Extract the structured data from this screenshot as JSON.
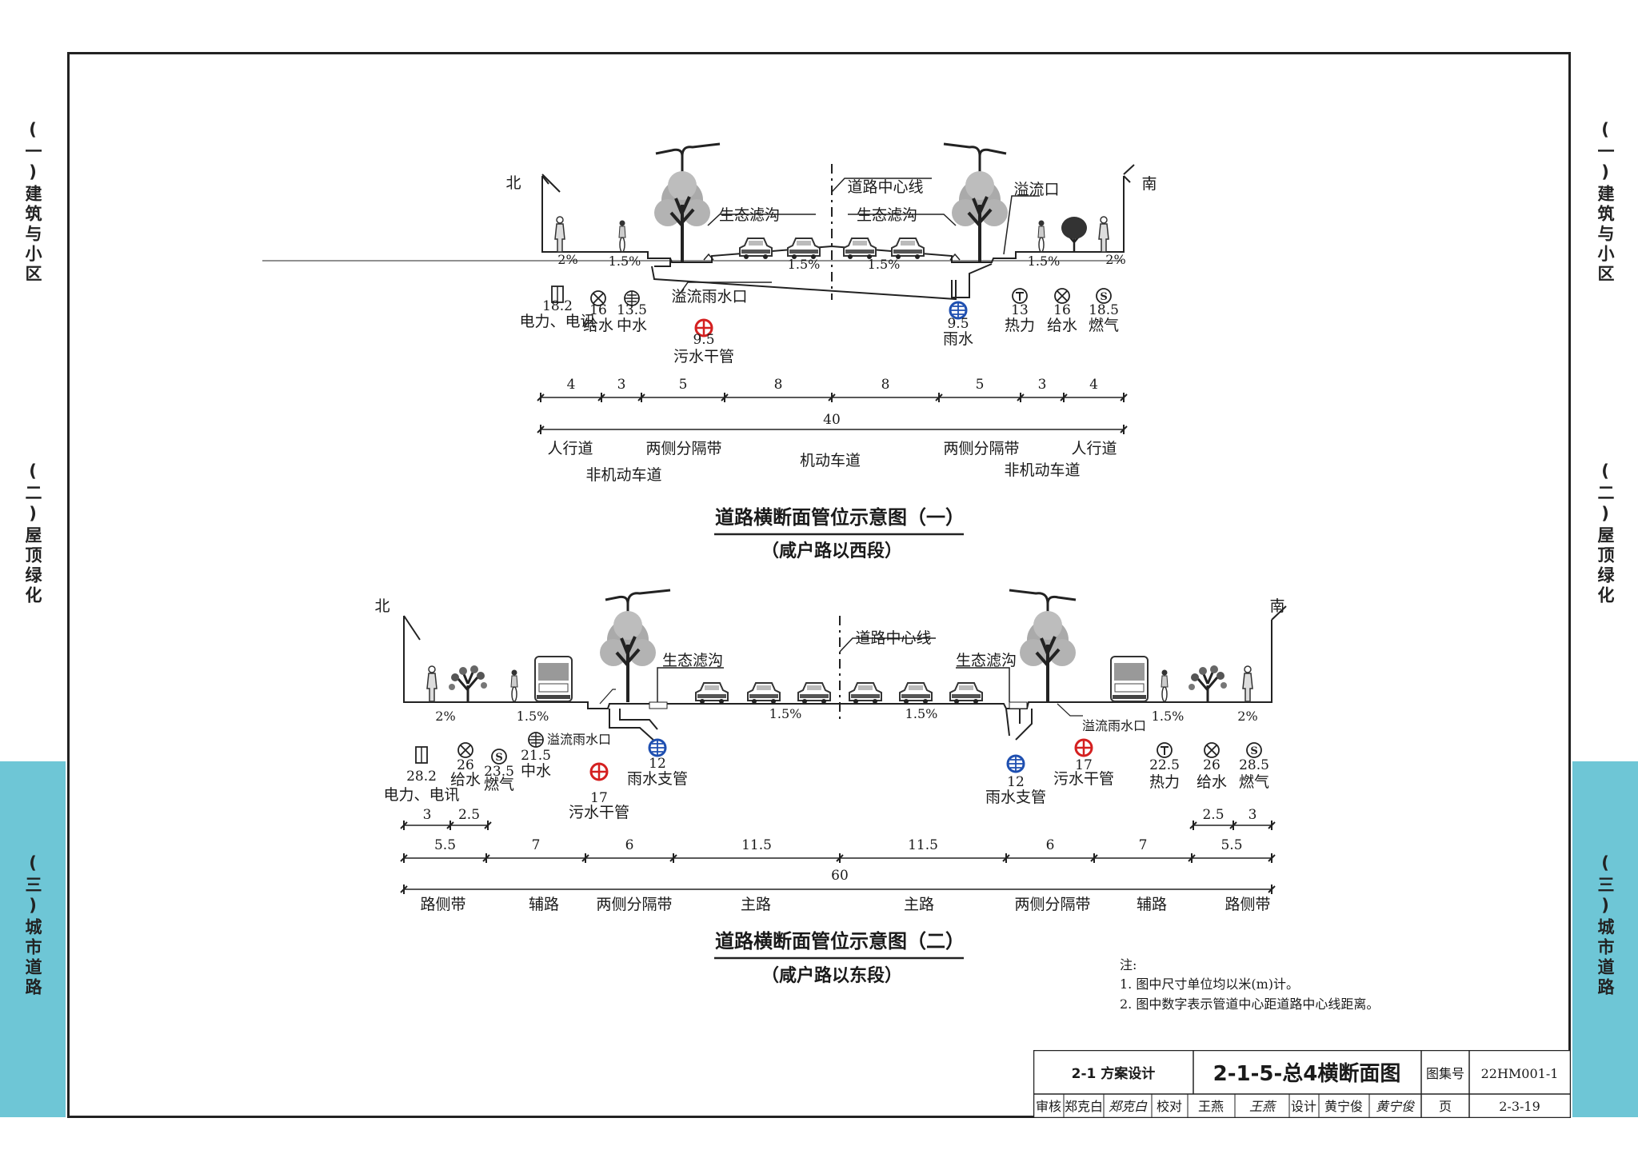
{
  "sidebar": [
    {
      "label": "(一)建筑与小区",
      "active": false
    },
    {
      "label": "(二)屋顶绿化",
      "active": false
    },
    {
      "label": "(三)城市道路",
      "active": true
    }
  ],
  "d1": {
    "north": "北",
    "south": "南",
    "centerline": "道路中心线",
    "bio": "生态滤沟",
    "overflow_top": "溢流口",
    "overflow_bottom": "溢流雨水口",
    "slopes": [
      "2%",
      "1.5%",
      "1.5%",
      "1.5%",
      "1.5%",
      "2%"
    ],
    "pipes": [
      {
        "sym": "box",
        "dist": "18.2",
        "name": "电力、电讯"
      },
      {
        "sym": "x",
        "dist": "16",
        "name": "给水"
      },
      {
        "sym": "plus",
        "dist": "13.5",
        "name": "中水"
      },
      {
        "sym": "red",
        "dist": "9.5",
        "name": "污水干管"
      },
      {
        "sym": "blue",
        "dist": "9.5",
        "name": "雨水"
      },
      {
        "sym": "T",
        "dist": "13",
        "name": "热力"
      },
      {
        "sym": "x",
        "dist": "16",
        "name": "给水"
      },
      {
        "sym": "S",
        "dist": "18.5",
        "name": "燃气"
      }
    ],
    "dims": [
      "4",
      "3",
      "5",
      "8",
      "8",
      "5",
      "3",
      "4"
    ],
    "total": "40",
    "zones_top": [
      "人行道",
      "两侧分隔带",
      "机动车道",
      "两侧分隔带",
      "人行道"
    ],
    "zones_bottom": [
      "非机动车道",
      "非机动车道"
    ],
    "title": "道路横断面管位示意图（一）",
    "subtitle": "（咸户路以西段）"
  },
  "d2": {
    "north": "北",
    "south": "南",
    "centerline": "道路中心线",
    "bio": "生态滤沟",
    "overflow": "溢流雨水口",
    "slopes": [
      "2%",
      "1.5%",
      "1.5%",
      "1.5%",
      "1.5%",
      "2%"
    ],
    "pipes": [
      {
        "sym": "box",
        "dist": "28.2",
        "name": "电力、电讯"
      },
      {
        "sym": "x",
        "dist": "26",
        "name": "给水"
      },
      {
        "sym": "S",
        "dist": "23.5",
        "name": "燃气"
      },
      {
        "sym": "plus",
        "dist": "21.5",
        "name": "中水"
      },
      {
        "sym": "red",
        "dist": "17",
        "name": "污水干管"
      },
      {
        "sym": "blue",
        "dist": "12",
        "name": "雨水支管"
      },
      {
        "sym": "blue",
        "dist": "12",
        "name": "雨水支管"
      },
      {
        "sym": "red",
        "dist": "17",
        "name": "污水干管"
      },
      {
        "sym": "T",
        "dist": "22.5",
        "name": "热力"
      },
      {
        "sym": "x",
        "dist": "26",
        "name": "给水"
      },
      {
        "sym": "S",
        "dist": "28.5",
        "name": "燃气"
      }
    ],
    "subdims": [
      "3",
      "2.5",
      "2.5",
      "3"
    ],
    "dims": [
      "5.5",
      "7",
      "6",
      "11.5",
      "11.5",
      "6",
      "7",
      "5.5"
    ],
    "total": "60",
    "zones": [
      "路侧带",
      "辅路",
      "两侧分隔带",
      "主路",
      "主路",
      "两侧分隔带",
      "辅路",
      "路侧带"
    ],
    "title": "道路横断面管位示意图（二）",
    "subtitle": "（咸户路以东段）"
  },
  "notes": {
    "head": "注:",
    "items": [
      "1. 图中尺寸单位均以米(m)计。",
      "2. 图中数字表示管道中心距道路中心线距离。"
    ]
  },
  "titleblock": {
    "section": "2-1 方案设计",
    "drawing": "2-1-5-总4横断面图",
    "atlas_label": "图集号",
    "atlas_no": "22HM001-1",
    "review": "审核",
    "reviewer": "郑克白",
    "reviewer_sig": "郑克白",
    "check": "校对",
    "checker": "王燕",
    "checker_sig": "王燕",
    "design": "设计",
    "designer": "黄宁俊",
    "designer_sig": "黄宁俊",
    "page_label": "页",
    "page_no": "2-3-19"
  }
}
